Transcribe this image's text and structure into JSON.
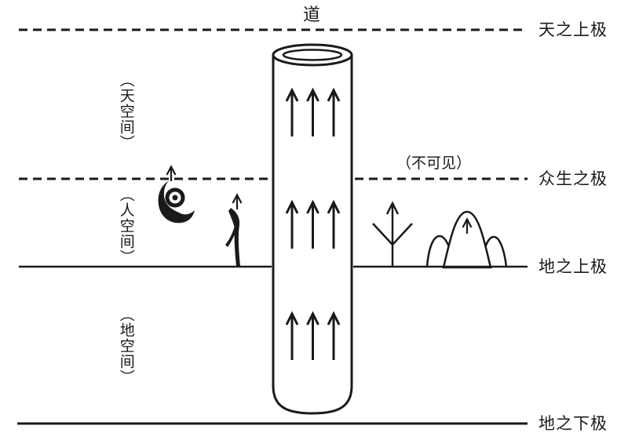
{
  "colors": {
    "ink": "#1a1a1a",
    "background": "#ffffff"
  },
  "top_label": "道",
  "levels": {
    "heaven_upper": {
      "label": "天之上极",
      "line_style": "dashed"
    },
    "beings": {
      "label": "众生之极",
      "line_style": "dashed",
      "note": "（不可见）"
    },
    "earth_upper": {
      "label": "地之上极",
      "line_style": "solid"
    },
    "earth_lower": {
      "label": "地之下极",
      "line_style": "solid"
    }
  },
  "regions": {
    "heaven": {
      "label": "（天空间）"
    },
    "human": {
      "label": "（人空间）"
    },
    "earth": {
      "label": "（地空间）"
    }
  },
  "figures": {
    "pillar": "cylinder-pillar",
    "flow": "upward-arrows",
    "bird": "bird-pictograph",
    "person": "person-pictograph",
    "tree": "tree-with-arrow",
    "mountain": "mountains-with-arrow"
  }
}
